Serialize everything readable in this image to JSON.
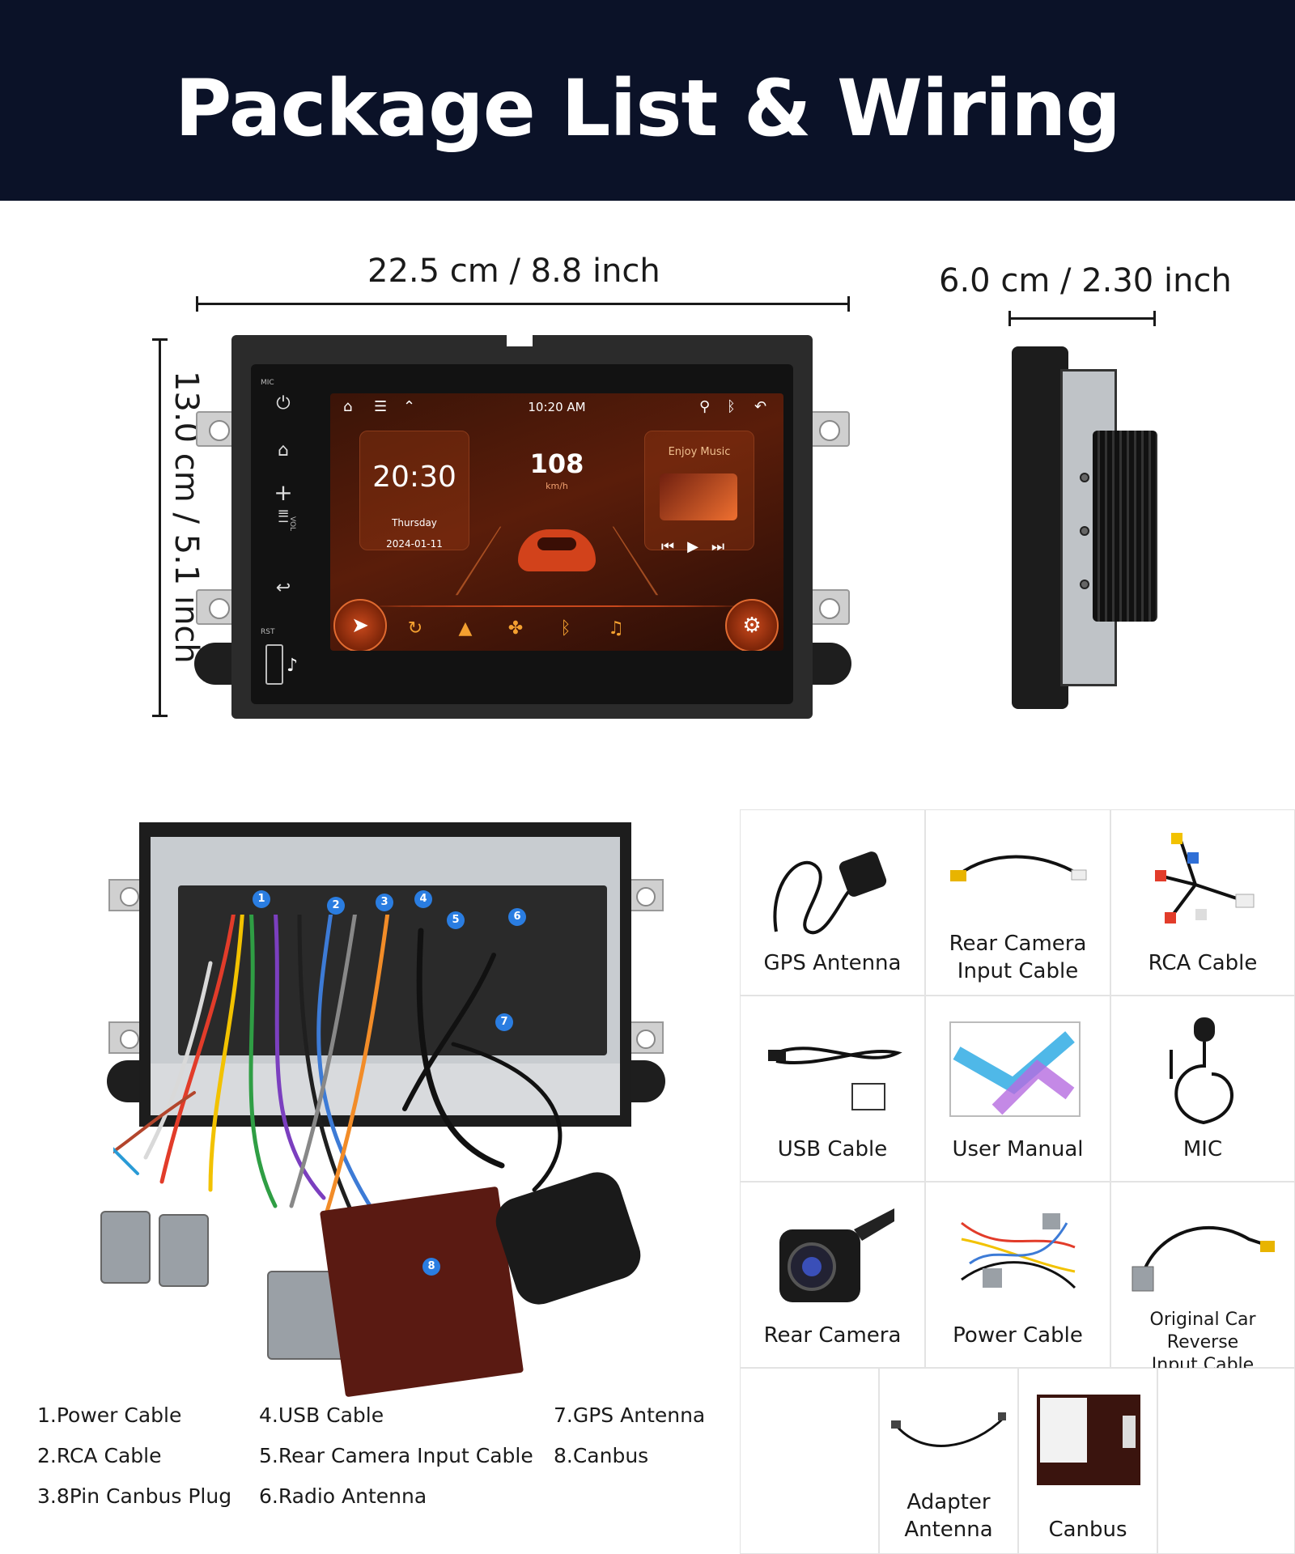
{
  "banner": {
    "title": "Package List & Wiring"
  },
  "dimensions": {
    "width": "22.5 cm / 8.8 inch",
    "height": "13.0 cm / 5.1 inch",
    "depth": "6.0 cm / 2.30 inch"
  },
  "head_unit": {
    "side_labels": {
      "mic": "MIC",
      "vol": "VOL",
      "rst": "RST"
    },
    "status_time": "10:20 AM",
    "clock_card": {
      "time": "20:30",
      "day": "Thursday",
      "date": "2024-01-11"
    },
    "speed": {
      "value": "108",
      "unit": "km/h"
    },
    "music_card": {
      "title": "Enjoy Music"
    }
  },
  "wiring": {
    "badges": [
      "1",
      "2",
      "3",
      "4",
      "5",
      "6",
      "7",
      "8"
    ],
    "legend": [
      "1.Power Cable",
      "2.RCA Cable",
      "3.8Pin Canbus Plug",
      "4.USB Cable",
      "5.Rear Camera Input Cable",
      "6.Radio Antenna",
      "7.GPS Antenna",
      "8.Canbus"
    ]
  },
  "package": {
    "items": [
      "GPS Antenna",
      "Rear Camera\nInput Cable",
      "RCA Cable",
      "USB Cable",
      "User Manual",
      "MIC",
      "Rear Camera",
      "Power Cable",
      "Original Car Reverse\nInput Cable",
      "Adapter\nAntenna",
      "Canbus"
    ]
  },
  "icons": {
    "home": "home-icon",
    "menu": "menu-icon",
    "up": "chevron-up-icon",
    "location": "location-pin-icon",
    "bluetooth": "bluetooth-icon",
    "back": "back-arrow-icon",
    "power": "power-icon",
    "navigation": "navigation-arrow-icon",
    "settings": "gear-icon"
  },
  "colors": {
    "banner_bg": "#0b1228",
    "screen_accent": "#e06a30",
    "badge": "#2a7de1"
  }
}
